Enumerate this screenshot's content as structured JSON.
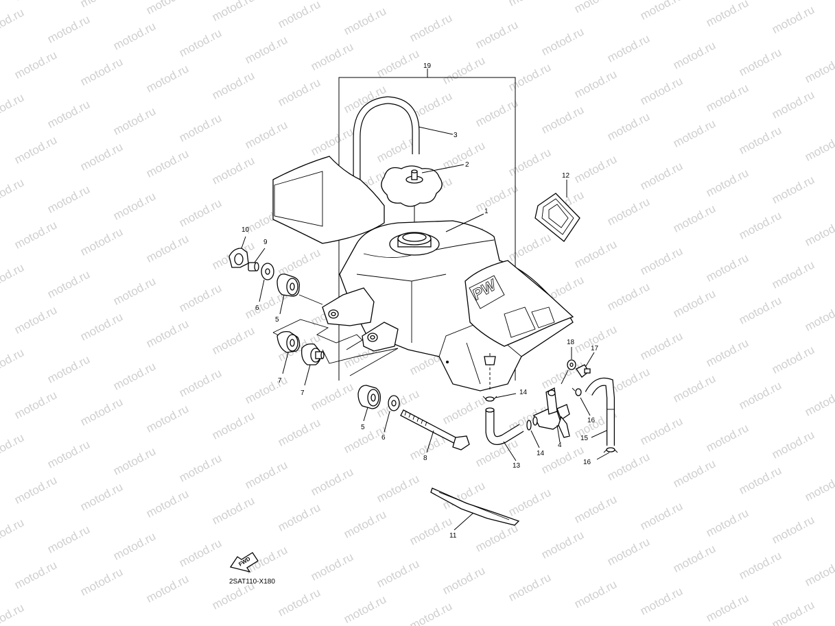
{
  "watermark": {
    "text": "motod.ru"
  },
  "diagram": {
    "code": "2SAT110-X180",
    "fwd_label": "FWD",
    "callouts": [
      {
        "id": "c19",
        "text": "19"
      },
      {
        "id": "c3",
        "text": "3"
      },
      {
        "id": "c2",
        "text": "2"
      },
      {
        "id": "c12",
        "text": "12"
      },
      {
        "id": "c1",
        "text": "1"
      },
      {
        "id": "c10",
        "text": "10"
      },
      {
        "id": "c9",
        "text": "9"
      },
      {
        "id": "c6a",
        "text": "6"
      },
      {
        "id": "c5a",
        "text": "5"
      },
      {
        "id": "c7a",
        "text": "7"
      },
      {
        "id": "c7b",
        "text": "7"
      },
      {
        "id": "c5b",
        "text": "5"
      },
      {
        "id": "c6b",
        "text": "6"
      },
      {
        "id": "c8",
        "text": "8"
      },
      {
        "id": "c18",
        "text": "18"
      },
      {
        "id": "c17",
        "text": "17"
      },
      {
        "id": "c14a",
        "text": "14"
      },
      {
        "id": "c16a",
        "text": "16"
      },
      {
        "id": "c15",
        "text": "15"
      },
      {
        "id": "c14b",
        "text": "14"
      },
      {
        "id": "c4",
        "text": "4"
      },
      {
        "id": "c13",
        "text": "13"
      },
      {
        "id": "c16b",
        "text": "16"
      },
      {
        "id": "c11",
        "text": "11"
      }
    ]
  }
}
